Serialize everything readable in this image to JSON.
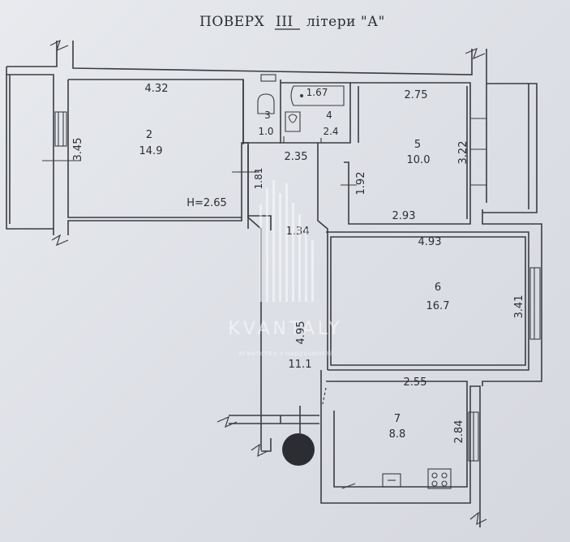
{
  "title": {
    "prefix": "ПОВЕРХ",
    "floor": "III",
    "suffix": "літери \"А\""
  },
  "rooms": [
    {
      "number": "2",
      "area": "14.9"
    },
    {
      "number": "3",
      "area": "1.0"
    },
    {
      "number": "4",
      "area": "2.4"
    },
    {
      "number": "5",
      "area": "10.0"
    },
    {
      "number": "6",
      "area": "16.7"
    },
    {
      "number": "7",
      "area": "8.8"
    },
    {
      "area": "11.1"
    }
  ],
  "dimensions": {
    "r2_width": "4.32",
    "r2_depth": "3.45",
    "r2_height": "H=2.65",
    "r3_height": "1.81",
    "r4_width": "1.67",
    "hall_width": "2.35",
    "hall_mid": "1.34",
    "hall_length": "4.95",
    "r5_top": "2.75",
    "r5_depth": "3.22",
    "r5_left": "1.92",
    "r5_bottom": "2.93",
    "r6_width": "4.93",
    "r6_depth": "3.41",
    "r7_width": "2.55",
    "r7_depth": "2.84"
  },
  "watermark": {
    "brand": "KVANTALY",
    "tagline": "агентство з нерухомості"
  }
}
